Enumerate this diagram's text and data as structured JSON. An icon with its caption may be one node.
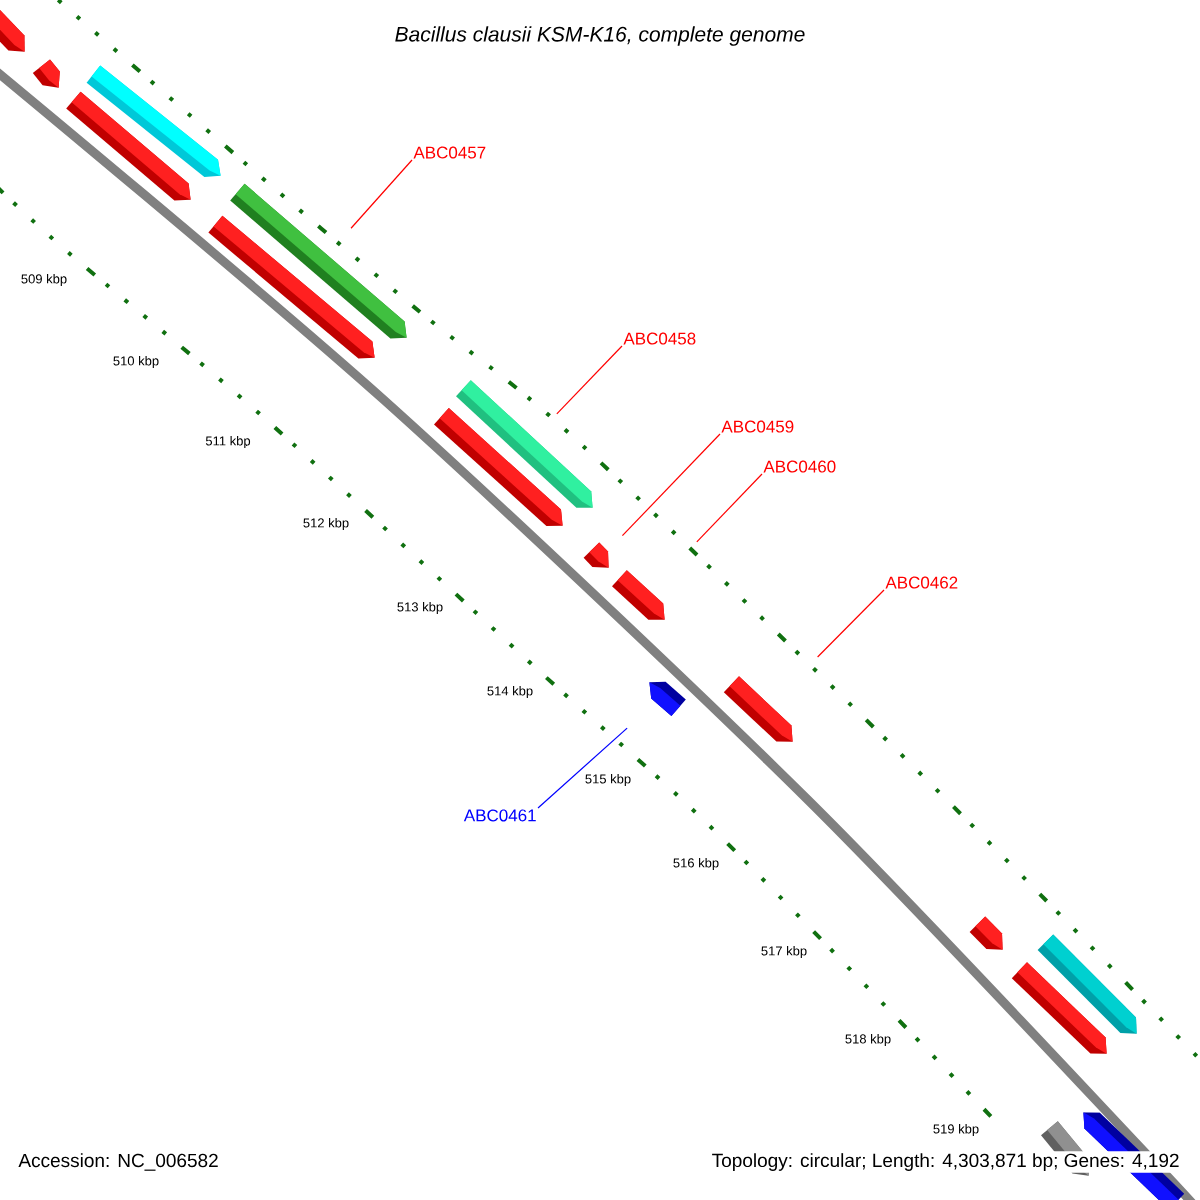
{
  "diagram": {
    "title": "Bacillus clausii KSM-K16, complete genome",
    "nodes": [
      {
        "text": [
          "ABC0457"
        ]
      },
      {
        "text": [
          "ABC0458"
        ]
      },
      {
        "text": [
          "ABC0459"
        ]
      },
      {
        "text": [
          "ABC0460"
        ]
      },
      {
        "text": [
          "ABC0462"
        ]
      },
      {
        "text": [
          "ABC0461"
        ]
      },
      {
        "text": [],
        "shape": "arrow"
      },
      {
        "text": [],
        "shape": "arrow"
      },
      {
        "text": [],
        "shape": "arrow"
      },
      {
        "text": [],
        "shape": "arrow"
      },
      {
        "text": [],
        "shape": "arrow"
      },
      {
        "text": [],
        "shape": "arrow"
      },
      {
        "text": [],
        "shape": "arrow"
      },
      {
        "text": [],
        "shape": "arrow"
      },
      {
        "text": [],
        "shape": "arrow"
      },
      {
        "text": [],
        "shape": "arrow"
      },
      {
        "text": [],
        "shape": "arrow"
      },
      {
        "text": [],
        "shape": "arrow"
      },
      {
        "text": [],
        "shape": "arrow"
      },
      {
        "text": [],
        "shape": "arrow"
      },
      {
        "text": [],
        "shape": "arrow"
      },
      {
        "text": [],
        "shape": "arrow"
      },
      {
        "text": [],
        "shape": "arrow"
      }
    ],
    "edges": [
      {
        "from": 0,
        "to": 11,
        "arrow": "none"
      },
      {
        "from": 1,
        "to": 13,
        "arrow": "none"
      },
      {
        "from": 2,
        "to": 14,
        "arrow": "none"
      },
      {
        "from": 3,
        "to": 15,
        "arrow": "none"
      },
      {
        "from": 4,
        "to": 17,
        "arrow": "none"
      },
      {
        "from": 5,
        "to": 16,
        "arrow": "none",
        "color": "#0000ff"
      }
    ],
    "labels": [
      "509 kbp",
      "510 kbp",
      "511 kbp",
      "512 kbp",
      "513 kbp",
      "514 kbp",
      "515 kbp",
      "516 kbp",
      "517 kbp",
      "518 kbp",
      "519 kbp",
      "Accession: NC_006582",
      "Topology: circular; Length: 4,303,871 bp; Genes: 4,192"
    ]
  }
}
